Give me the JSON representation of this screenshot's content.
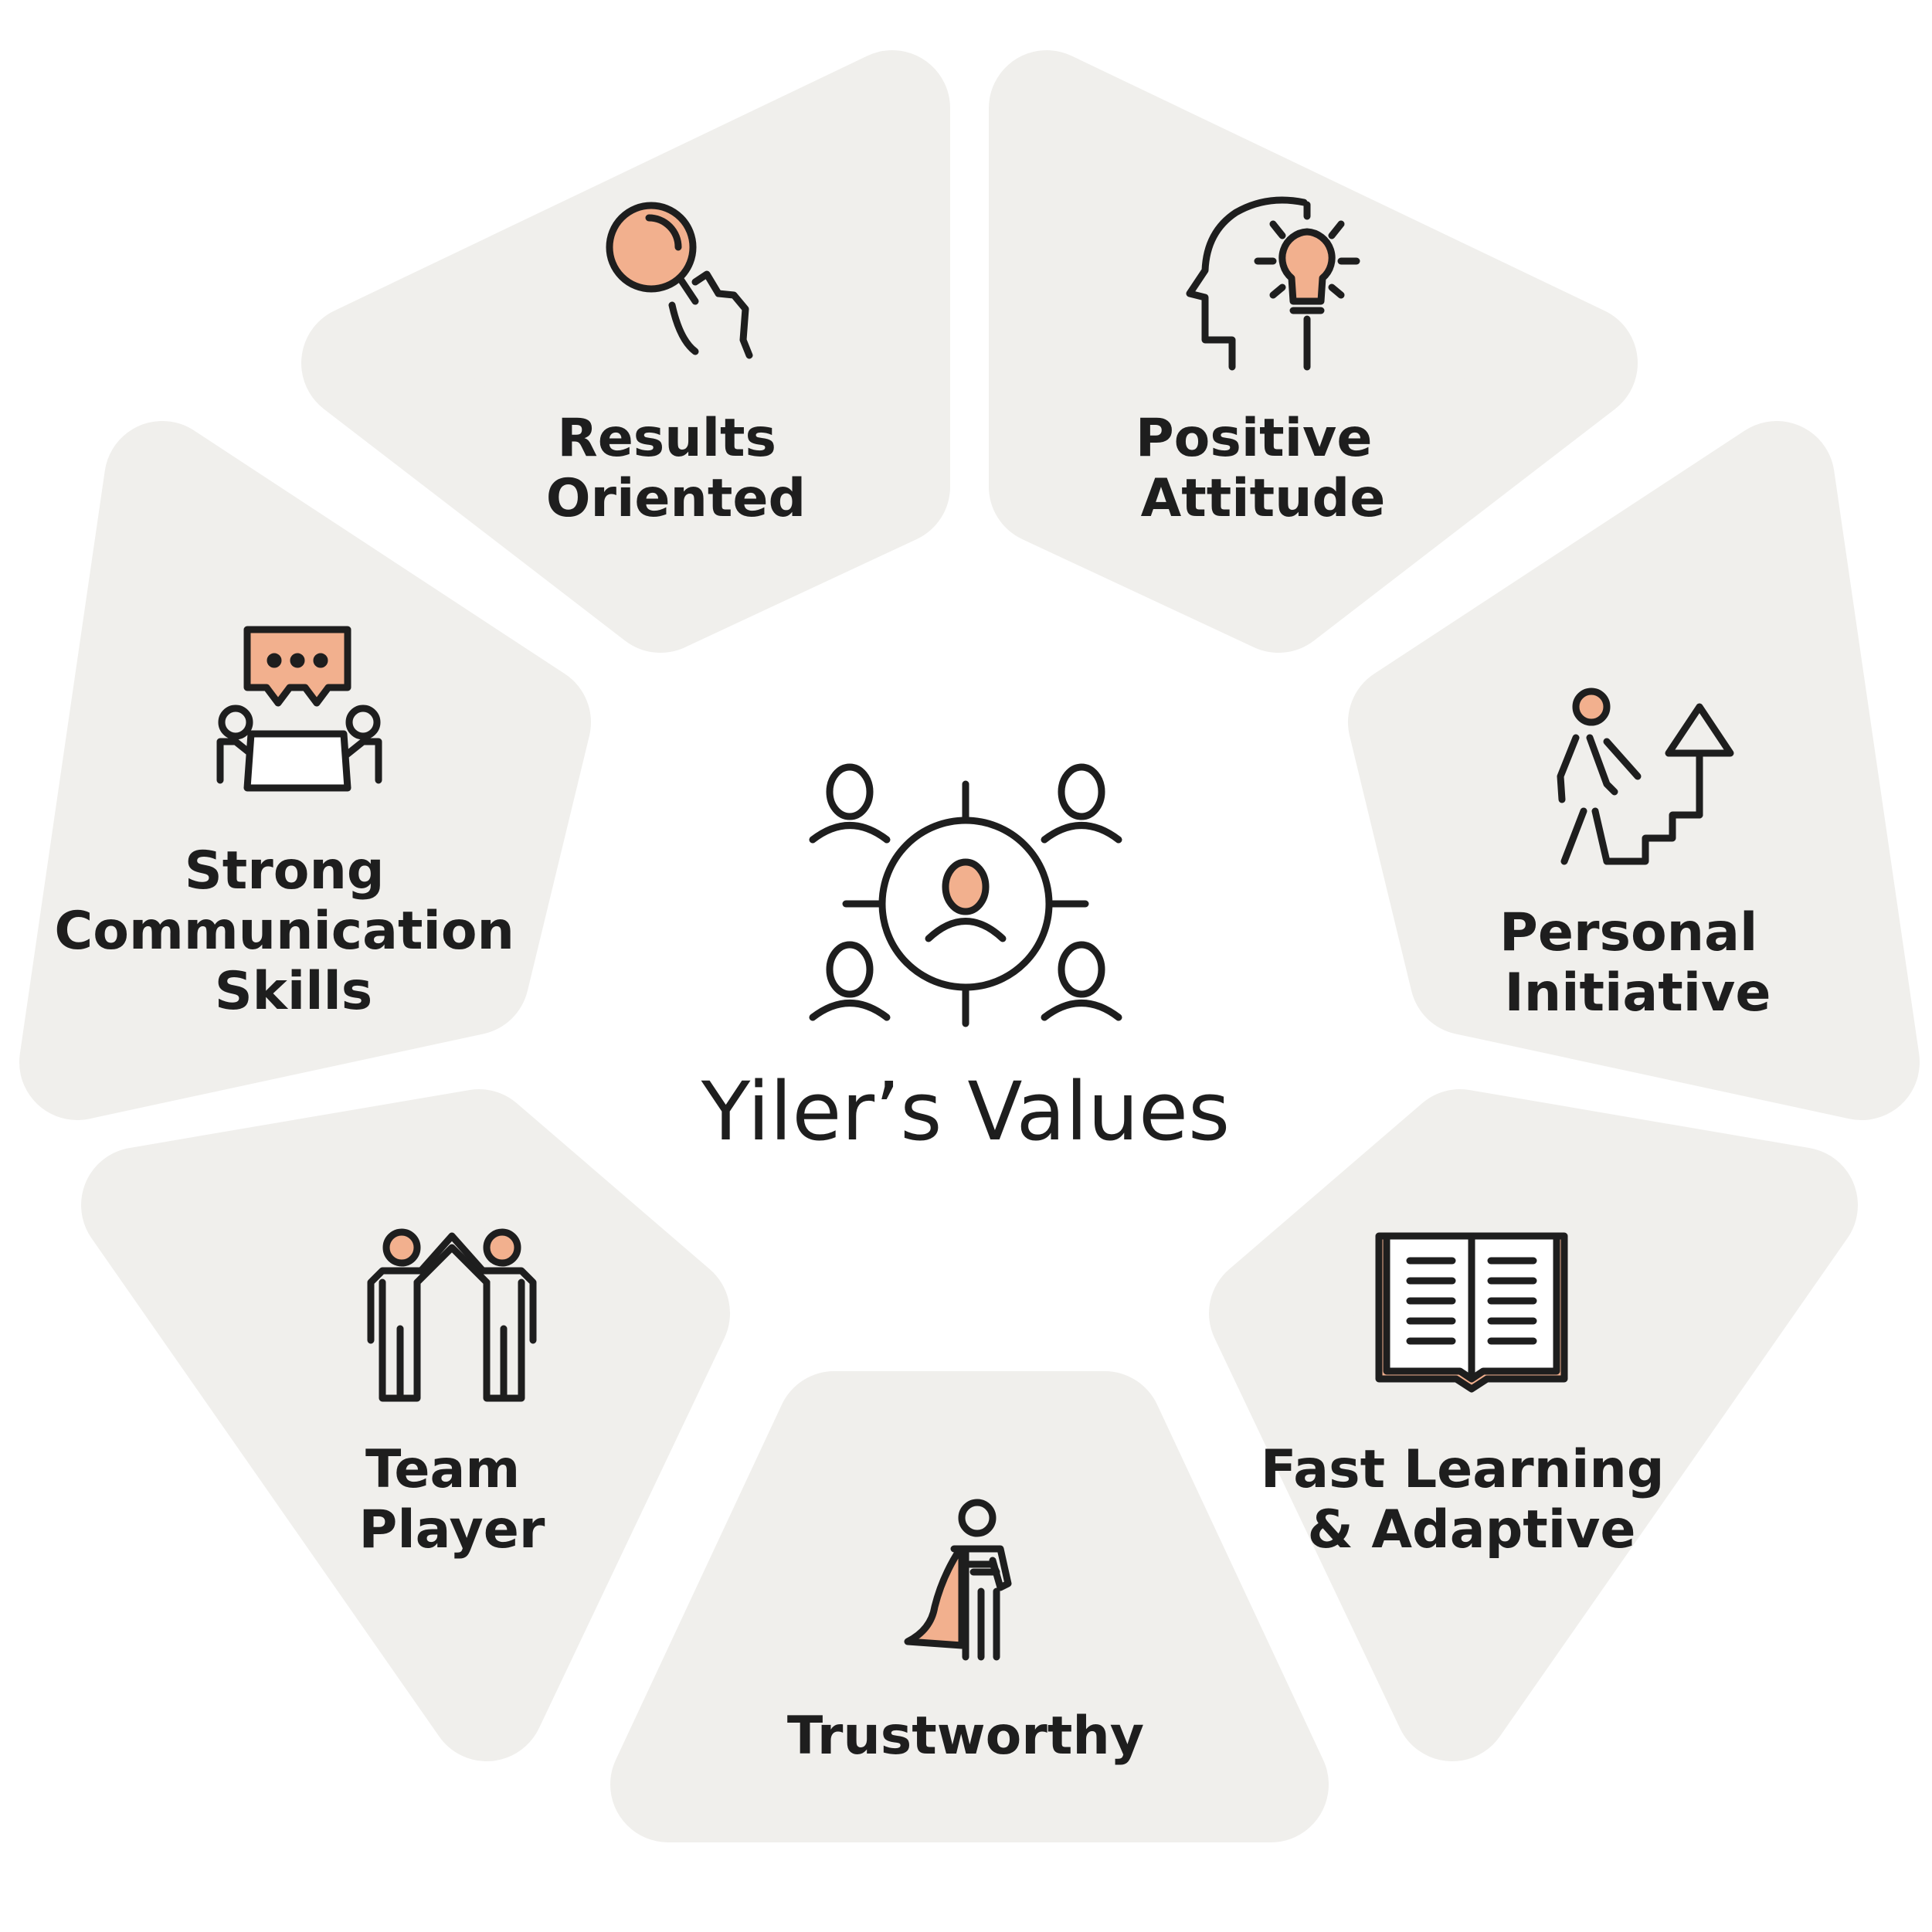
{
  "title": "Yiler’s Values",
  "colors": {
    "segment": "#f0efec",
    "accent": "#f2b08e",
    "stroke": "#1e1e1e",
    "background": "#ffffff"
  },
  "values": [
    {
      "lines": [
        "Results",
        "Oriented"
      ],
      "icon": "magnifier-hand-icon"
    },
    {
      "lines": [
        "Positive",
        "Attitude"
      ],
      "icon": "head-lightbulb-icon"
    },
    {
      "lines": [
        "Personal",
        "Initiative"
      ],
      "icon": "walking-stairs-arrow-icon"
    },
    {
      "lines": [
        "Fast Learning",
        "& Adaptive"
      ],
      "icon": "open-book-icon"
    },
    {
      "lines": [
        "Trustworthy"
      ],
      "icon": "superhero-cape-icon"
    },
    {
      "lines": [
        "Team",
        "Player"
      ],
      "icon": "team-high-five-icon"
    },
    {
      "lines": [
        "Strong",
        "Communication",
        "Skills"
      ],
      "icon": "meeting-chat-icon"
    }
  ],
  "center_icon": "people-target-icon"
}
